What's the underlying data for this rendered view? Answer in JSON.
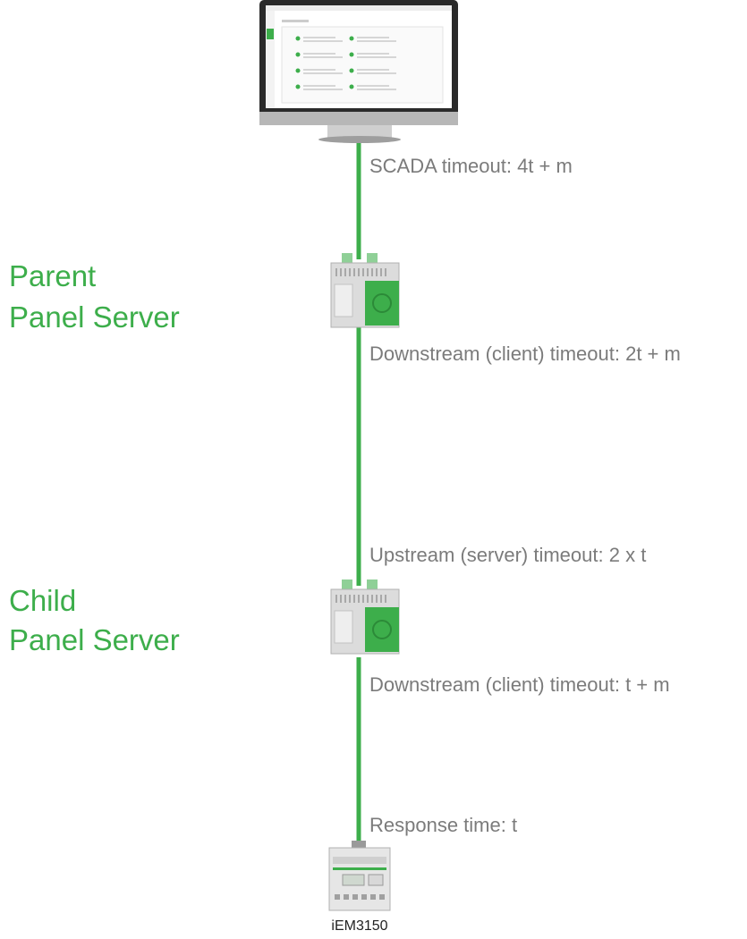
{
  "colors": {
    "link": "#3dae4b",
    "role_label": "#3dae4b",
    "timeout_label": "#7b7b7b"
  },
  "nodes": {
    "scada": {
      "icon": "monitor-icon"
    },
    "parent": {
      "icon": "panel-server-icon",
      "title_line1": "Parent",
      "title_line2": "Panel Server"
    },
    "child": {
      "icon": "panel-server-icon",
      "title_line1": "Child",
      "title_line2": "Panel Server"
    },
    "meter": {
      "icon": "energy-meter-icon",
      "caption": "iEM3150"
    }
  },
  "labels": {
    "scada_timeout": "SCADA timeout: 4t + m",
    "parent_downstream": "Downstream (client) timeout: 2t + m",
    "child_upstream": "Upstream (server) timeout: 2 x t",
    "child_downstream": "Downstream (client) timeout: t + m",
    "response_time": "Response time: t"
  }
}
